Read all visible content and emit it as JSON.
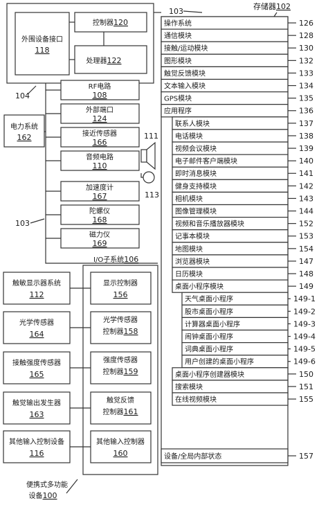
{
  "device": {
    "title_line1": "便携式多功能",
    "title_line2": "设备",
    "title_ref": "100"
  },
  "memory": {
    "label": "存储器",
    "ref": "102",
    "bus_ref": "103",
    "items": [
      {
        "label": "操作系统",
        "ref": "126"
      },
      {
        "label": "通信模块",
        "ref": "128"
      },
      {
        "label": "接触/运动模块",
        "ref": "130"
      },
      {
        "label": "图形模块",
        "ref": "132"
      },
      {
        "label": "触觉反馈模块",
        "ref": "133"
      },
      {
        "label": "文本输入模块",
        "ref": "134"
      },
      {
        "label": "GPS模块",
        "ref": "135"
      },
      {
        "label": "应用程序",
        "ref": "136"
      }
    ],
    "apps": [
      {
        "label": "联系人模块",
        "ref": "137"
      },
      {
        "label": "电话模块",
        "ref": "138"
      },
      {
        "label": "视频会议模块",
        "ref": "139"
      },
      {
        "label": "电子邮件客户端模块",
        "ref": "140"
      },
      {
        "label": "即时消息模块",
        "ref": "141"
      },
      {
        "label": "健身支持模块",
        "ref": "142"
      },
      {
        "label": "相机模块",
        "ref": "143"
      },
      {
        "label": "图像管理模块",
        "ref": "144"
      },
      {
        "label": "视频和音乐播放器模块",
        "ref": "152"
      },
      {
        "label": "记事本模块",
        "ref": "153"
      },
      {
        "label": "地图模块",
        "ref": "154"
      },
      {
        "label": "浏览器模块",
        "ref": "147"
      },
      {
        "label": "日历模块",
        "ref": "148"
      },
      {
        "label": "桌面小程序模块",
        "ref": "149"
      }
    ],
    "widgets": [
      {
        "label": "天气桌面小程序",
        "ref": "149-1"
      },
      {
        "label": "股市桌面小程序",
        "ref": "149-2"
      },
      {
        "label": "计算器桌面小程序",
        "ref": "149-3"
      },
      {
        "label": "闹钟桌面小程序",
        "ref": "149-4"
      },
      {
        "label": "词典桌面小程序",
        "ref": "149-5"
      },
      {
        "label": "用户创建的桌面小程序",
        "ref": "149-6"
      }
    ],
    "apps_after": [
      {
        "label": "桌面小程序创建器模块",
        "ref": "150"
      },
      {
        "label": "搜索模块",
        "ref": "151"
      },
      {
        "label": "在线视频模块",
        "ref": "155"
      }
    ],
    "state": {
      "label": "设备/全局内部状态",
      "ref": "157"
    }
  },
  "chip": {
    "ref": "104",
    "controller": {
      "label": "控制器",
      "ref": "120"
    },
    "peripheral": {
      "label": "外围设备接口",
      "ref": "118"
    },
    "processor": {
      "label": "处理器",
      "ref": "122"
    }
  },
  "power": {
    "label": "电力系统",
    "ref": "162"
  },
  "middle": [
    {
      "label": "RF电路",
      "ref": "108"
    },
    {
      "label": "外部端口",
      "ref": "124"
    },
    {
      "label": "接近传感器",
      "ref": "166"
    },
    {
      "label": "音频电路",
      "ref": "110"
    },
    {
      "label": "加速度计",
      "ref": "167"
    },
    {
      "label": "陀螺仪",
      "ref": "168"
    },
    {
      "label": "磁力仪",
      "ref": "169"
    }
  ],
  "audio_refs": {
    "speaker": "111",
    "mic": "113"
  },
  "bus_left_ref": "103",
  "io": {
    "label": "I/O子系统",
    "ref": "106",
    "controllers": [
      {
        "line1": "显示控制器",
        "line2": "",
        "ref": "156"
      },
      {
        "line1": "光学传感器",
        "line2": "控制器",
        "ref": "158"
      },
      {
        "line1": "强度传感器",
        "line2": "控制器",
        "ref": "159"
      },
      {
        "line1": "触觉反馈",
        "line2": "控制器",
        "ref": "161"
      },
      {
        "line1": "其他输入控制器",
        "line2": "",
        "ref": "160"
      }
    ]
  },
  "left_devices": [
    {
      "label": "触敏显示器系统",
      "ref": "112"
    },
    {
      "label": "光学传感器",
      "ref": "164"
    },
    {
      "label": "接触强度传感器",
      "ref": "165"
    },
    {
      "label": "触觉输出发生器",
      "ref": "163"
    },
    {
      "label": "其他输入控制设备",
      "ref": "116"
    }
  ]
}
